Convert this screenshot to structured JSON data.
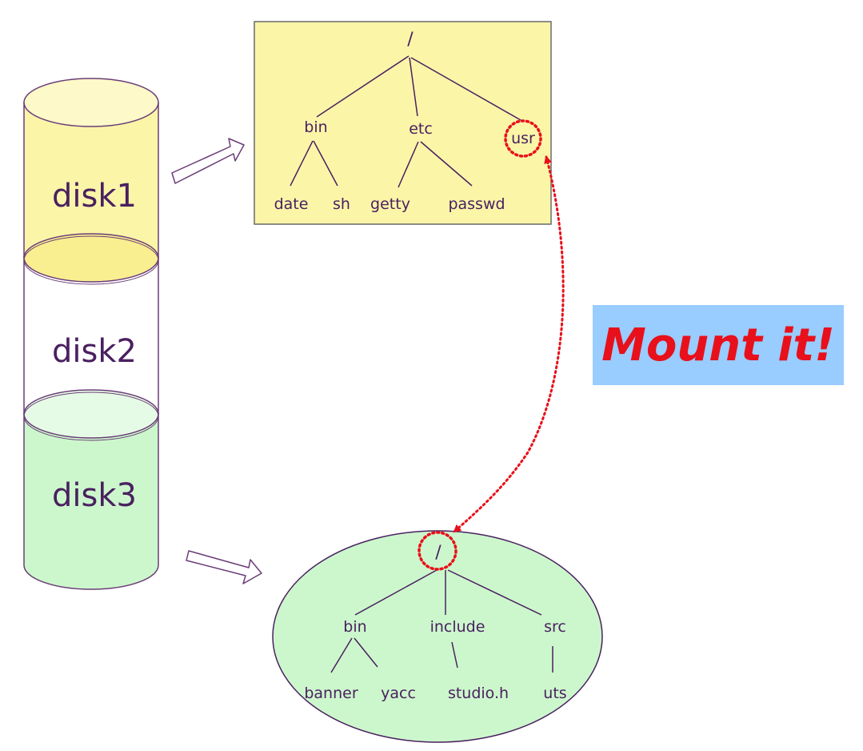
{
  "disks": [
    {
      "label": "disk1",
      "color": "#fbf5a8"
    },
    {
      "label": "disk2",
      "color": "#ffffff"
    },
    {
      "label": "disk3",
      "color": "#ccf7cc"
    }
  ],
  "tree1": {
    "background": "#fbf5a8",
    "root": "/",
    "children": [
      {
        "name": "bin",
        "children": [
          "date",
          "sh"
        ]
      },
      {
        "name": "etc",
        "children": [
          "getty",
          "passwd"
        ]
      },
      {
        "name": "usr",
        "children": []
      }
    ],
    "mount_point": "usr"
  },
  "tree2": {
    "background": "#ccf7cc",
    "root": "/",
    "children": [
      {
        "name": "bin",
        "children": [
          "banner",
          "yacc"
        ]
      },
      {
        "name": "include",
        "children": [
          "studio.h"
        ]
      },
      {
        "name": "src",
        "children": [
          "uts"
        ]
      }
    ]
  },
  "banner": {
    "text": "Mount it!",
    "background": "#99ccff",
    "color": "#e8101a"
  },
  "colors": {
    "outline": "#6a3d78",
    "highlight": "#e8101a"
  }
}
